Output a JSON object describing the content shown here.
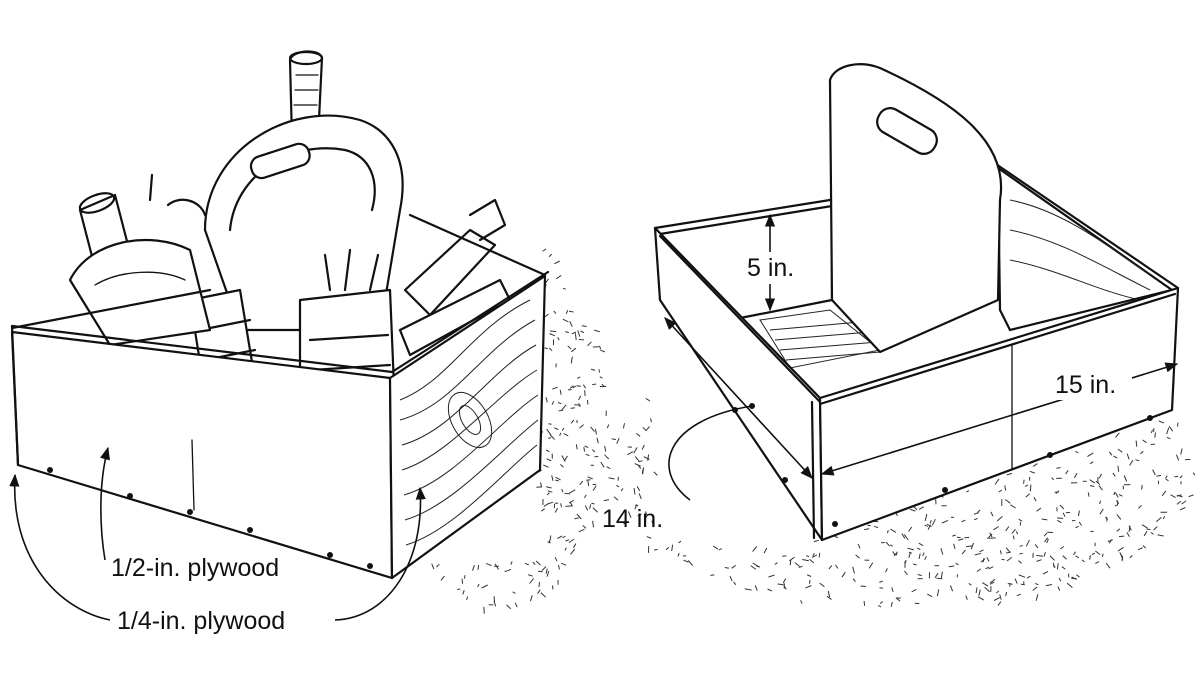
{
  "left_figure": {
    "callouts": {
      "half_inch": "1/2-in. plywood",
      "quarter_inch": "1/4-in. plywood"
    }
  },
  "right_figure": {
    "dimensions": {
      "height": "5 in.",
      "length": "15 in.",
      "width": "14 in."
    }
  }
}
